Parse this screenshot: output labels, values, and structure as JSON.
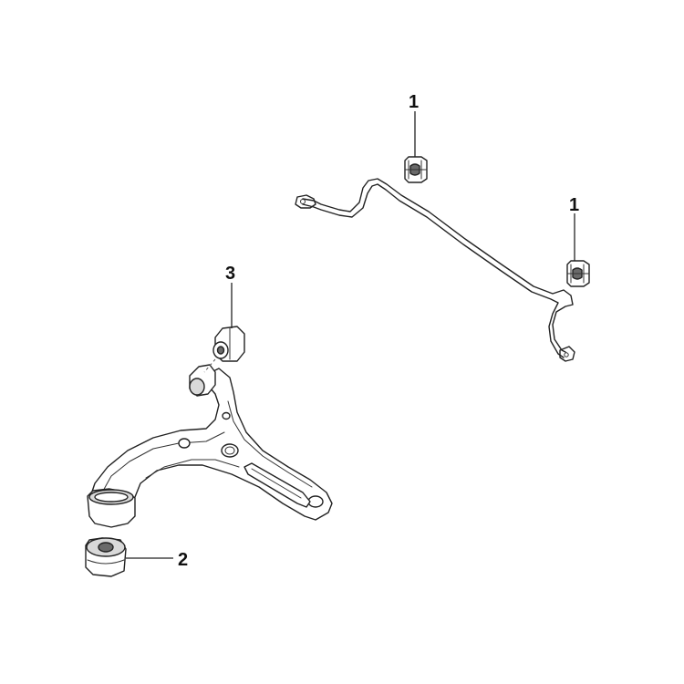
{
  "callouts": {
    "bushing_left": "1",
    "bushing_right": "1",
    "rear_bushing": "2",
    "front_bushing": "3"
  }
}
